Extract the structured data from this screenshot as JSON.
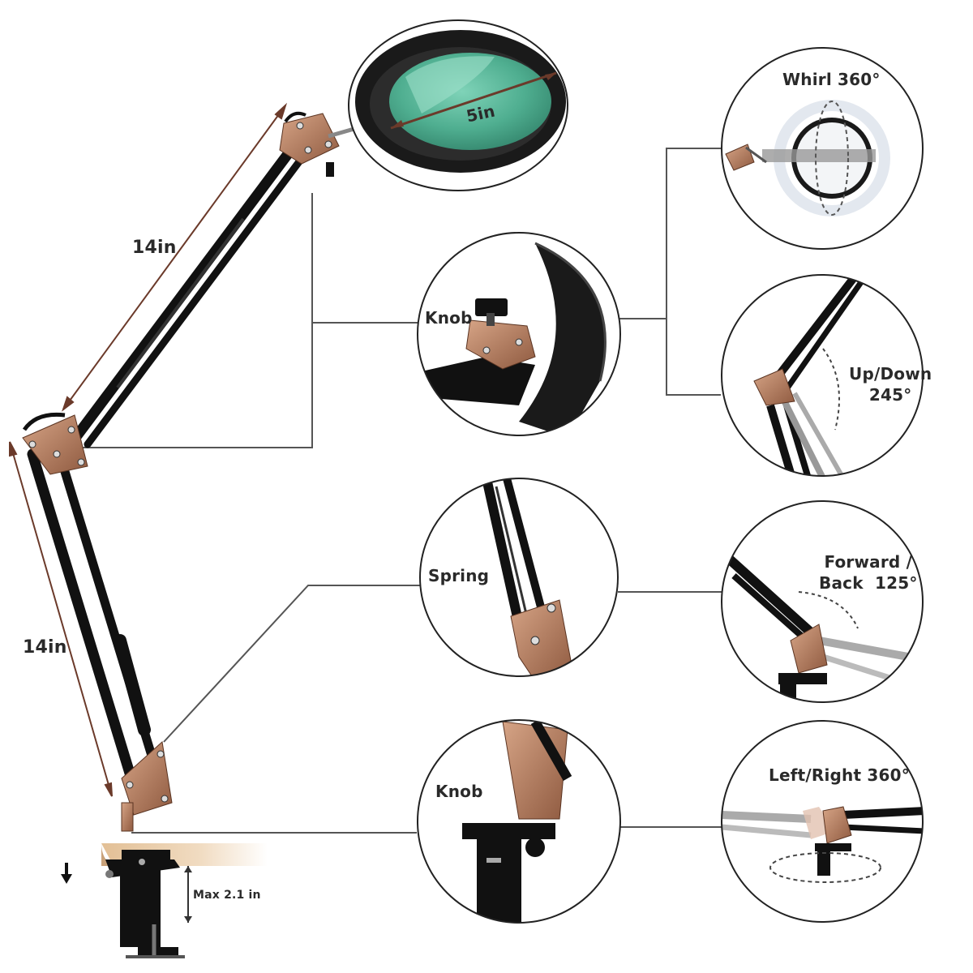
{
  "labels": {
    "lens_size": "5in",
    "upper_arm_length": "14in",
    "lower_arm_length": "14in",
    "head_knob": "Knob",
    "spring": "Spring",
    "base_knob": "Knob",
    "whirl": "Whirl 360°",
    "up_down": "Up/Down\n245°",
    "forward_back": "Forward /\nBack  125°",
    "left_right": "Left/Right 360°",
    "clamp_max": "Max  2.1 in"
  },
  "colors": {
    "arm": "#111111",
    "joint": "#b98769",
    "lens": "#55b89a",
    "ring": "#1a1a1a",
    "measure_line": "#6b3a2a",
    "leader_line": "#555555",
    "wood": "#e8c9a3"
  }
}
